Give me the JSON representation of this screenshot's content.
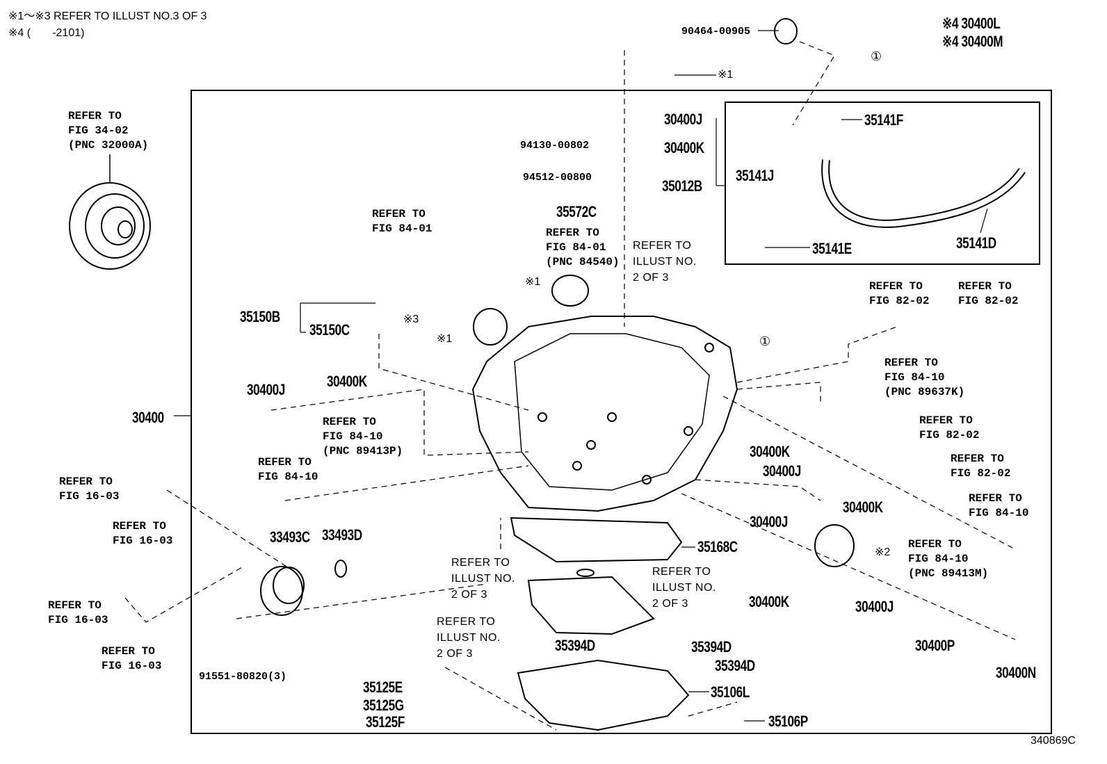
{
  "header": {
    "note1": "※1～※3 REFER TO ILLUST NO.3 OF 3",
    "note2": "※4 (       -2101)"
  },
  "footer": {
    "illustration_code": "340869C"
  },
  "labels": [
    "90464-00905",
    "※1",
    "※4 30400L",
    "※4 30400M",
    "①",
    "30400J",
    "30400K",
    "35141F",
    "35012B",
    "35141J",
    "35141E",
    "35141D",
    "94130-00802",
    "94512-00800",
    "35572C",
    "REFER TO\nFIG 84-01",
    "REFER TO\nFIG 84-01\n(PNC 84540)",
    "REFER TO\nILLUST NO.\n2 OF 3",
    "※1",
    "REFER TO\nFIG 34-02\n(PNC 32000A)",
    "35150B",
    "35150C",
    "※3",
    "※1",
    "①",
    "REFER TO\nFIG 82-02",
    "REFER TO\nFIG 82-02",
    "REFER TO\nFIG 84-10\n(PNC 89637K)",
    "30400J",
    "30400K",
    "30400",
    "REFER TO\nFIG 84-10\n(PNC 89413P)",
    "REFER TO\nFIG 82-02",
    "REFER TO\nFIG 82-02",
    "30400K",
    "30400J",
    "REFER TO\nFIG 84-10",
    "REFER TO\nFIG 16-03",
    "30400K",
    "REFER TO\nFIG 84-10",
    "30400J",
    "REFER TO\nFIG 16-03",
    "33493C",
    "33493D",
    "35168C",
    "※2",
    "REFER TO\nFIG 84-10\n(PNC 89413M)",
    "REFER TO\nILLUST NO.\n2 OF 3",
    "REFER TO\nILLUST NO.\n2 OF 3",
    "30400K",
    "30400J",
    "REFER TO\nFIG 16-03",
    "REFER TO\nILLUST NO.\n2 OF 3",
    "30400P",
    "35394D",
    "35394D",
    "35394D",
    "REFER TO\nFIG 16-03",
    "30400N",
    "91551-80820(3)",
    "35125E",
    "35106L",
    "35125G",
    "35125F",
    "35106P"
  ]
}
